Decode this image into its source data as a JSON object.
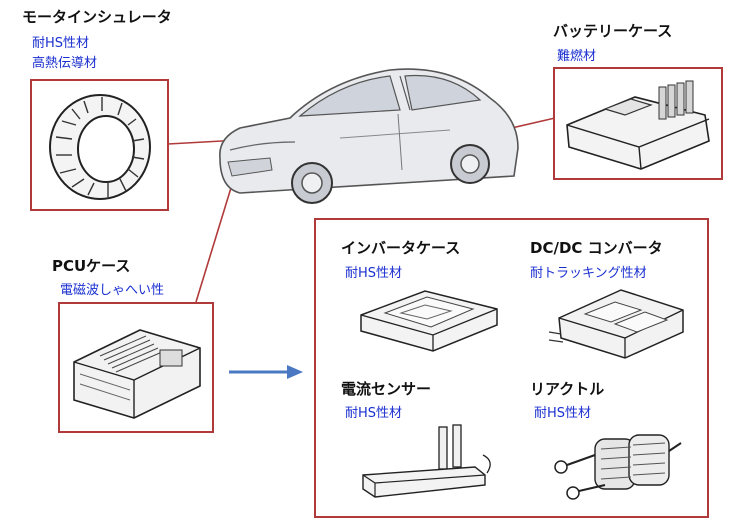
{
  "components": {
    "motor_insulator": {
      "title": "モータインシュレータ",
      "props": [
        "耐HS性材",
        "高熱伝導材"
      ]
    },
    "battery_case": {
      "title": "バッテリーケース",
      "props": [
        "難燃材"
      ]
    },
    "pcu_case": {
      "title": "PCUケース",
      "props": [
        "電磁波しゃへい性"
      ]
    },
    "inverter_case": {
      "title": "インバータケース",
      "props": [
        "耐HS性材"
      ]
    },
    "dcdc_converter": {
      "title": "DC/DC コンバータ",
      "props": [
        "耐トラッキング性材"
      ]
    },
    "current_sensor": {
      "title": "電流センサー",
      "props": [
        "耐HS性材"
      ]
    },
    "reactor": {
      "title": "リアクトル",
      "props": [
        "耐HS性材"
      ]
    }
  },
  "colors": {
    "frame": "#b03a3a",
    "property_text": "#1a2fd0",
    "arrow": "#4a78c2"
  }
}
